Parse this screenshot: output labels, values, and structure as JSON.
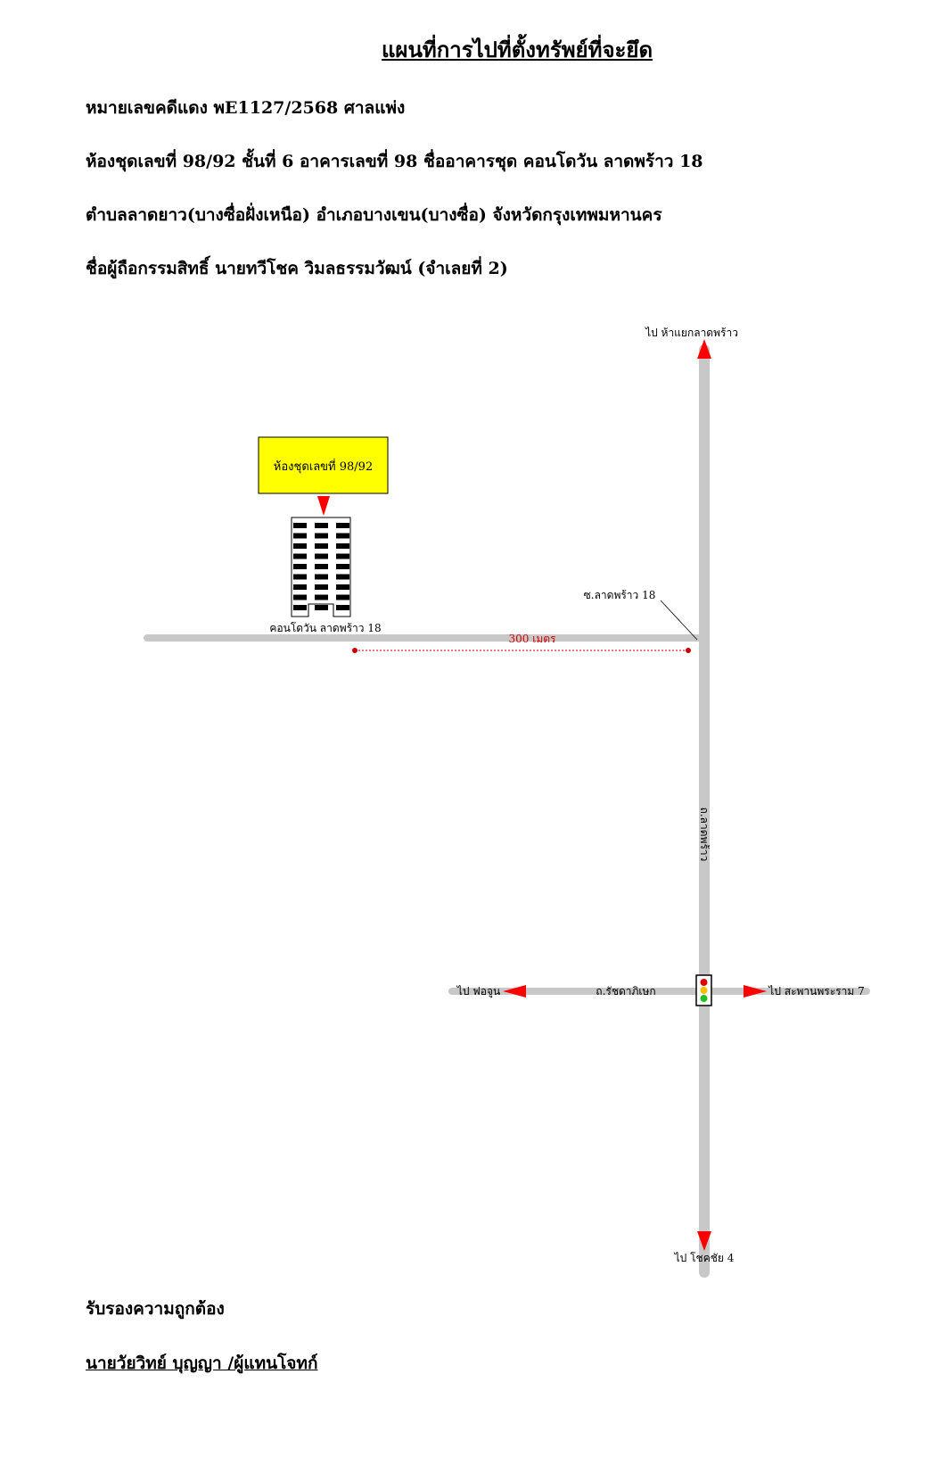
{
  "header": {
    "title": "แผนที่การไปที่ตั้งทรัพย์ที่จะยึด",
    "case_line": "หมายเลขคดีแดง พE1127/2568  ศาลแพ่ง",
    "unit_line": "ห้องชุดเลขที่ 98/92 ชั้นที่ 6 อาคารเลขที่ 98 ชื่ออาคารชุด คอนโดวัน ลาดพร้าว 18",
    "location_line": "ตำบลลาดยาว(บางซื่อฝั่งเหนือ) อำเภอบางเขน(บางซื่อ) จังหวัดกรุงเทพมหานคร",
    "owner_line": "ชื่อผู้ถือกรรมสิทธิ์  นายทวีโชค  วิมลธรรมวัฒน์  (จำเลยที่ 2)"
  },
  "map": {
    "callout_label": "ห้องชุดเลขที่ 98/92",
    "callout_color": "#ffff00",
    "building_label": "คอนโดวัน ลาดพร้าว 18",
    "soi_label": "ซ.ลาดพร้าว 18",
    "distance_label": "300 เมตร",
    "north_label": "ไป ห้าแยกลาดพร้าว",
    "main_road_label": "ถ.ลาดพร้าว",
    "cross_road_label": "ถ.รัชดาภิเษก",
    "west_label": "ไป ฟอจูน",
    "east_label": "ไป สะพานพระราม 7",
    "south_label": "ไป โชคชัย 4",
    "road_color": "#c8c8c8",
    "arrow_color": "#ff0000"
  },
  "footer": {
    "certify": "รับรองความถูกต้อง",
    "signer": "นายวัยวิทย์  บุญญา  /ผู้แทนโจทก์"
  }
}
